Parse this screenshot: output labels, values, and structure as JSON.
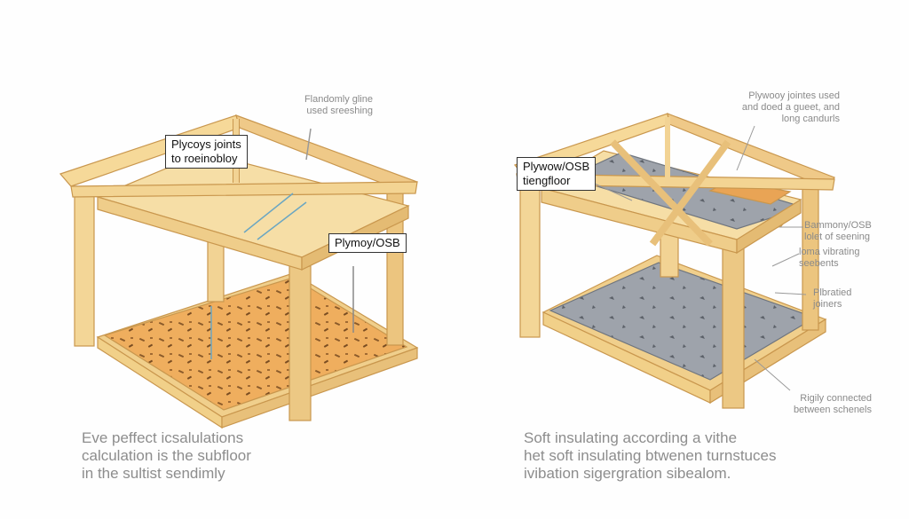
{
  "left_panel": {
    "note_top": [
      "Flandomly gline",
      "used sreeshing"
    ],
    "tag_joints": [
      "Plycoys joints",
      "to roeinobloy"
    ],
    "tag_plywood": "Plymoy/OSB",
    "caption": [
      "Eve peffect icsalulations",
      "calculation is the subfloor",
      "in the sultist sendimly"
    ]
  },
  "right_panel": {
    "note_top": [
      "Plywooy jointes used",
      "and doed a gueet, and",
      "long candurls"
    ],
    "tag_subfloor": [
      "Plywow/OSB",
      "tiengfloor"
    ],
    "note_side_1": [
      "Bammony/OSB",
      "lolet of seening"
    ],
    "note_side_2": [
      "loma vibrating",
      "seebents"
    ],
    "note_side_3": [
      "Plbratied",
      "joiners"
    ],
    "note_bottom": [
      "Rigily connected",
      "between schenels"
    ],
    "caption": [
      "Soft insulating according a vithe",
      "het soft insulating btwenen turnstuces",
      "ivibation sigergration sibealom."
    ]
  },
  "colors": {
    "wood": "#f3d595",
    "wood_dark": "#d7a85b",
    "osb": "#eaa453",
    "insulation": "#9aa0a8",
    "insulation_dark": "#6f757e"
  }
}
